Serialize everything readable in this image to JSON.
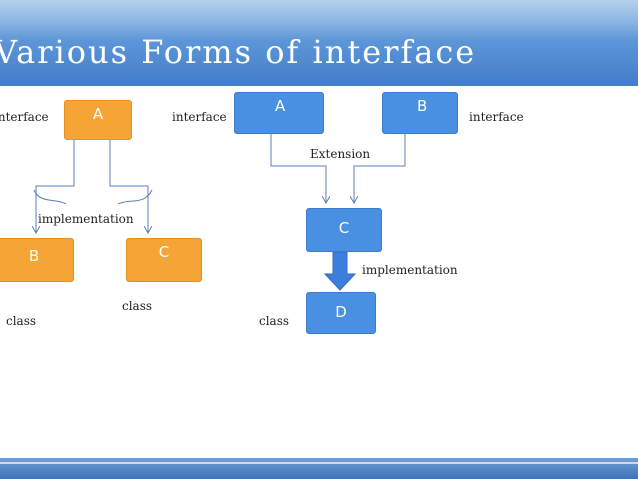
{
  "slide": {
    "title": "Various  Forms  of  interface",
    "left_diagram": {
      "box_a": "A",
      "box_b": "B",
      "box_c": "C",
      "label_interface": "interface",
      "label_implementation": "implementation",
      "label_class_b": "class",
      "label_class_c": "class"
    },
    "right_diagram": {
      "box_a": "A",
      "box_b": "B",
      "box_c": "C",
      "box_d": "D",
      "label_interface_a": "interface",
      "label_interface_b": "interface",
      "label_extension": "Extension",
      "label_implementation": "implementation",
      "label_class_d": "class"
    }
  },
  "colors": {
    "orange_box": "#f5a535",
    "blue_box": "#4a90e2",
    "header_blue": "#4a86cc",
    "connector": "#5b7fb5"
  }
}
